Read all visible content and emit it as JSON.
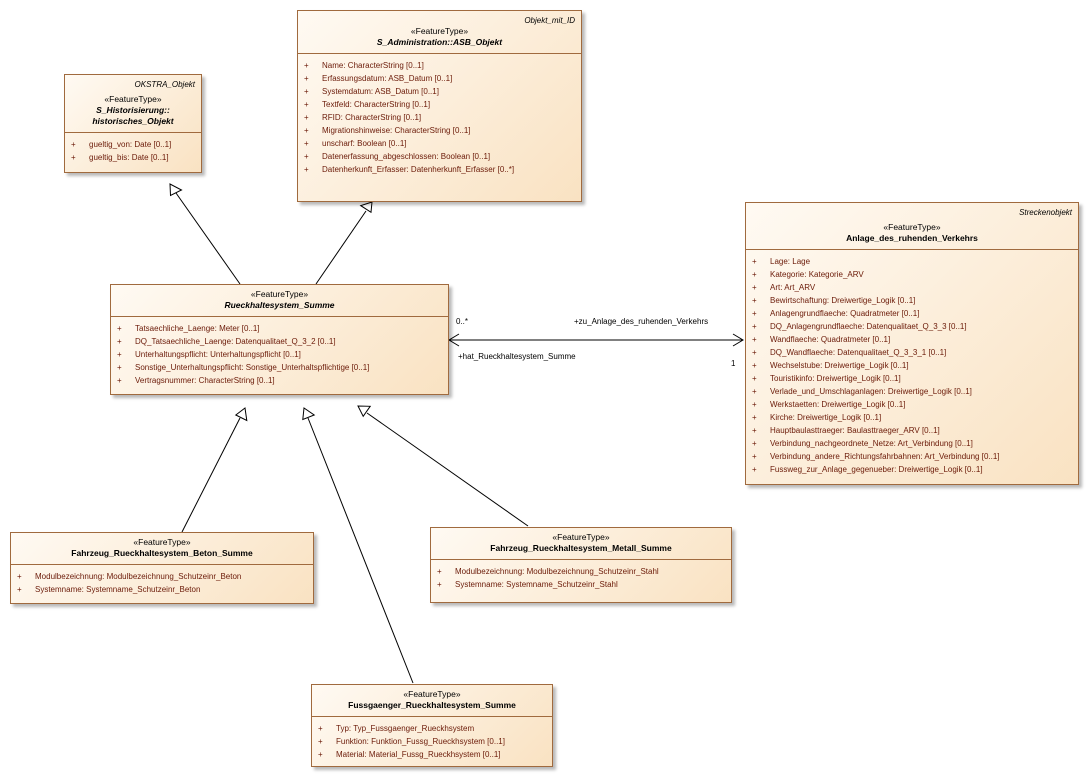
{
  "classes": {
    "asb_objekt": {
      "parent": "Objekt_mit_ID",
      "stereotype": "«FeatureType»",
      "name": "S_Administration::ASB_Objekt",
      "attributes": [
        {
          "vis": "+",
          "text": "Name: CharacterString [0..1]"
        },
        {
          "vis": "+",
          "text": "Erfassungsdatum: ASB_Datum [0..1]"
        },
        {
          "vis": "+",
          "text": "Systemdatum: ASB_Datum [0..1]"
        },
        {
          "vis": "+",
          "text": "Textfeld: CharacterString [0..1]"
        },
        {
          "vis": "+",
          "text": "RFID: CharacterString [0..1]"
        },
        {
          "vis": "+",
          "text": "Migrationshinweise: CharacterString [0..1]"
        },
        {
          "vis": "+",
          "text": "unscharf: Boolean [0..1]"
        },
        {
          "vis": "+",
          "text": "Datenerfassung_abgeschlossen: Boolean [0..1]"
        },
        {
          "vis": "+",
          "text": "Datenherkunft_Erfasser: Datenherkunft_Erfasser [0..*]"
        }
      ]
    },
    "historisches_objekt": {
      "parent": "OKSTRA_Objekt",
      "stereotype": "«FeatureType»",
      "name_line1": "S_Historisierung::",
      "name_line2": "historisches_Objekt",
      "attributes": [
        {
          "vis": "+",
          "text": "gueltig_von: Date [0..1]"
        },
        {
          "vis": "+",
          "text": "gueltig_bis: Date [0..1]"
        }
      ]
    },
    "rueckhaltesystem_summe": {
      "stereotype": "«FeatureType»",
      "name": "Rueckhaltesystem_Summe",
      "attributes": [
        {
          "vis": "+",
          "text": "Tatsaechliche_Laenge: Meter [0..1]"
        },
        {
          "vis": "+",
          "text": "DQ_Tatsaechliche_Laenge: Datenqualitaet_Q_3_2 [0..1]"
        },
        {
          "vis": "+",
          "text": "Unterhaltungspflicht: Unterhaltungspflicht [0..1]"
        },
        {
          "vis": "+",
          "text": "Sonstige_Unterhaltungspflicht: Sonstige_Unterhaltspflichtige [0..1]"
        },
        {
          "vis": "+",
          "text": "Vertragsnummer: CharacterString [0..1]"
        }
      ]
    },
    "anlage_ruhender_verkehr": {
      "parent": "Streckenobjekt",
      "stereotype": "«FeatureType»",
      "name": "Anlage_des_ruhenden_Verkehrs",
      "attributes": [
        {
          "vis": "+",
          "text": "Lage: Lage"
        },
        {
          "vis": "+",
          "text": "Kategorie: Kategorie_ARV"
        },
        {
          "vis": "+",
          "text": "Art: Art_ARV"
        },
        {
          "vis": "+",
          "text": "Bewirtschaftung: Dreiwertige_Logik [0..1]"
        },
        {
          "vis": "+",
          "text": "Anlagengrundflaeche: Quadratmeter [0..1]"
        },
        {
          "vis": "+",
          "text": "DQ_Anlagengrundflaeche: Datenqualitaet_Q_3_3 [0..1]"
        },
        {
          "vis": "+",
          "text": "Wandflaeche: Quadratmeter [0..1]"
        },
        {
          "vis": "+",
          "text": "DQ_Wandflaeche: Datenqualitaet_Q_3_3_1 [0..1]"
        },
        {
          "vis": "+",
          "text": "Wechselstube: Dreiwertige_Logik [0..1]"
        },
        {
          "vis": "+",
          "text": "Touristikinfo: Dreiwertige_Logik [0..1]"
        },
        {
          "vis": "+",
          "text": "Verlade_und_Umschlaganlagen: Dreiwertige_Logik [0..1]"
        },
        {
          "vis": "+",
          "text": "Werkstaetten: Dreiwertige_Logik [0..1]"
        },
        {
          "vis": "+",
          "text": "Kirche: Dreiwertige_Logik [0..1]"
        },
        {
          "vis": "+",
          "text": "Hauptbaulasttraeger: Baulasttraeger_ARV [0..1]"
        },
        {
          "vis": "+",
          "text": "Verbindung_nachgeordnete_Netze: Art_Verbindung [0..1]"
        },
        {
          "vis": "+",
          "text": "Verbindung_andere_Richtungsfahrbahnen: Art_Verbindung [0..1]"
        },
        {
          "vis": "+",
          "text": "Fussweg_zur_Anlage_gegenueber: Dreiwertige_Logik [0..1]"
        }
      ]
    },
    "beton_summe": {
      "stereotype": "«FeatureType»",
      "name": "Fahrzeug_Rueckhaltesystem_Beton_Summe",
      "attributes": [
        {
          "vis": "+",
          "text": "Modulbezeichnung: Modulbezeichnung_Schutzeinr_Beton"
        },
        {
          "vis": "+",
          "text": "Systemname: Systemname_Schutzeinr_Beton"
        }
      ]
    },
    "metall_summe": {
      "stereotype": "«FeatureType»",
      "name": "Fahrzeug_Rueckhaltesystem_Metall_Summe",
      "attributes": [
        {
          "vis": "+",
          "text": "Modulbezeichnung: Modulbezeichnung_Schutzeinr_Stahl"
        },
        {
          "vis": "+",
          "text": "Systemname: Systemname_Schutzeinr_Stahl"
        }
      ]
    },
    "fussgaenger_summe": {
      "stereotype": "«FeatureType»",
      "name": "Fussgaenger_Rueckhaltesystem_Summe",
      "attributes": [
        {
          "vis": "+",
          "text": "Typ: Typ_Fussgaenger_Rueckhsystem"
        },
        {
          "vis": "+",
          "text": "Funktion: Funktion_Fussg_Rueckhsystem [0..1]"
        },
        {
          "vis": "+",
          "text": "Material: Material_Fussg_Rueckhsystem [0..1]"
        }
      ]
    }
  },
  "association": {
    "role_target": "+zu_Anlage_des_ruhenden_Verkehrs",
    "role_source": "+hat_Rueckhaltesystem_Summe",
    "mult_source": "0..*",
    "mult_target": "1"
  },
  "colors": {
    "border": "#a06a3e",
    "fill_light": "#fffaf3",
    "fill_dark": "#f9e2c2",
    "attribute_text": "#6b1a08",
    "line": "#000000"
  }
}
